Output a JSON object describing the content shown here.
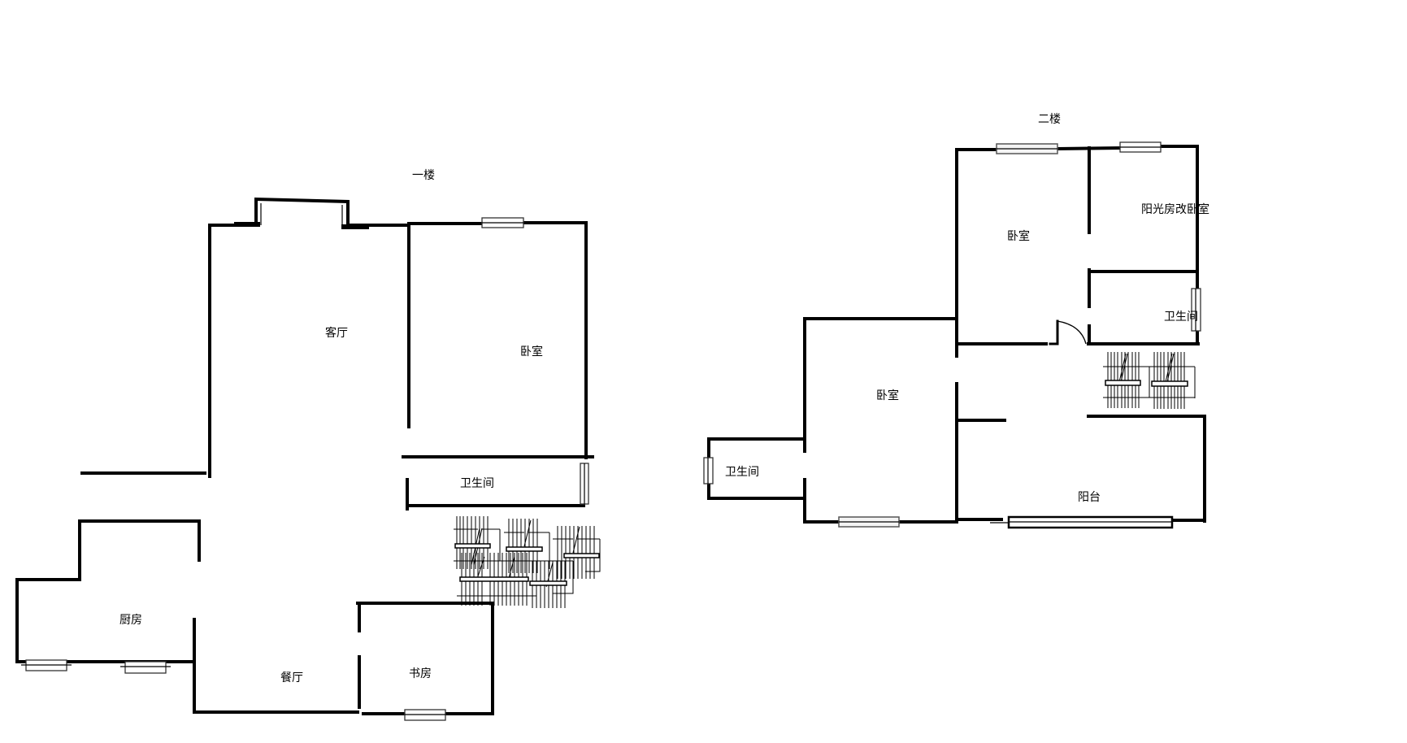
{
  "floors": [
    {
      "title": "一楼",
      "rooms": [
        {
          "id": "living",
          "label": "客厅"
        },
        {
          "id": "bedroom",
          "label": "卧室"
        },
        {
          "id": "bathroom",
          "label": "卫生间"
        },
        {
          "id": "kitchen",
          "label": "厨房"
        },
        {
          "id": "dining",
          "label": "餐厅"
        },
        {
          "id": "study",
          "label": "书房"
        }
      ]
    },
    {
      "title": "二楼",
      "rooms": [
        {
          "id": "bedroom-north",
          "label": "卧室"
        },
        {
          "id": "sunroom-bedroom",
          "label": "阳光房改卧室"
        },
        {
          "id": "bathroom-east",
          "label": "卫生间"
        },
        {
          "id": "bedroom-west",
          "label": "卧室"
        },
        {
          "id": "bathroom-west",
          "label": "卫生间"
        },
        {
          "id": "balcony",
          "label": "阳台"
        }
      ]
    }
  ],
  "colors": {
    "wall": "#000000",
    "background": "#ffffff",
    "window_fill": "#ffffff",
    "window_stroke": "#333333"
  }
}
